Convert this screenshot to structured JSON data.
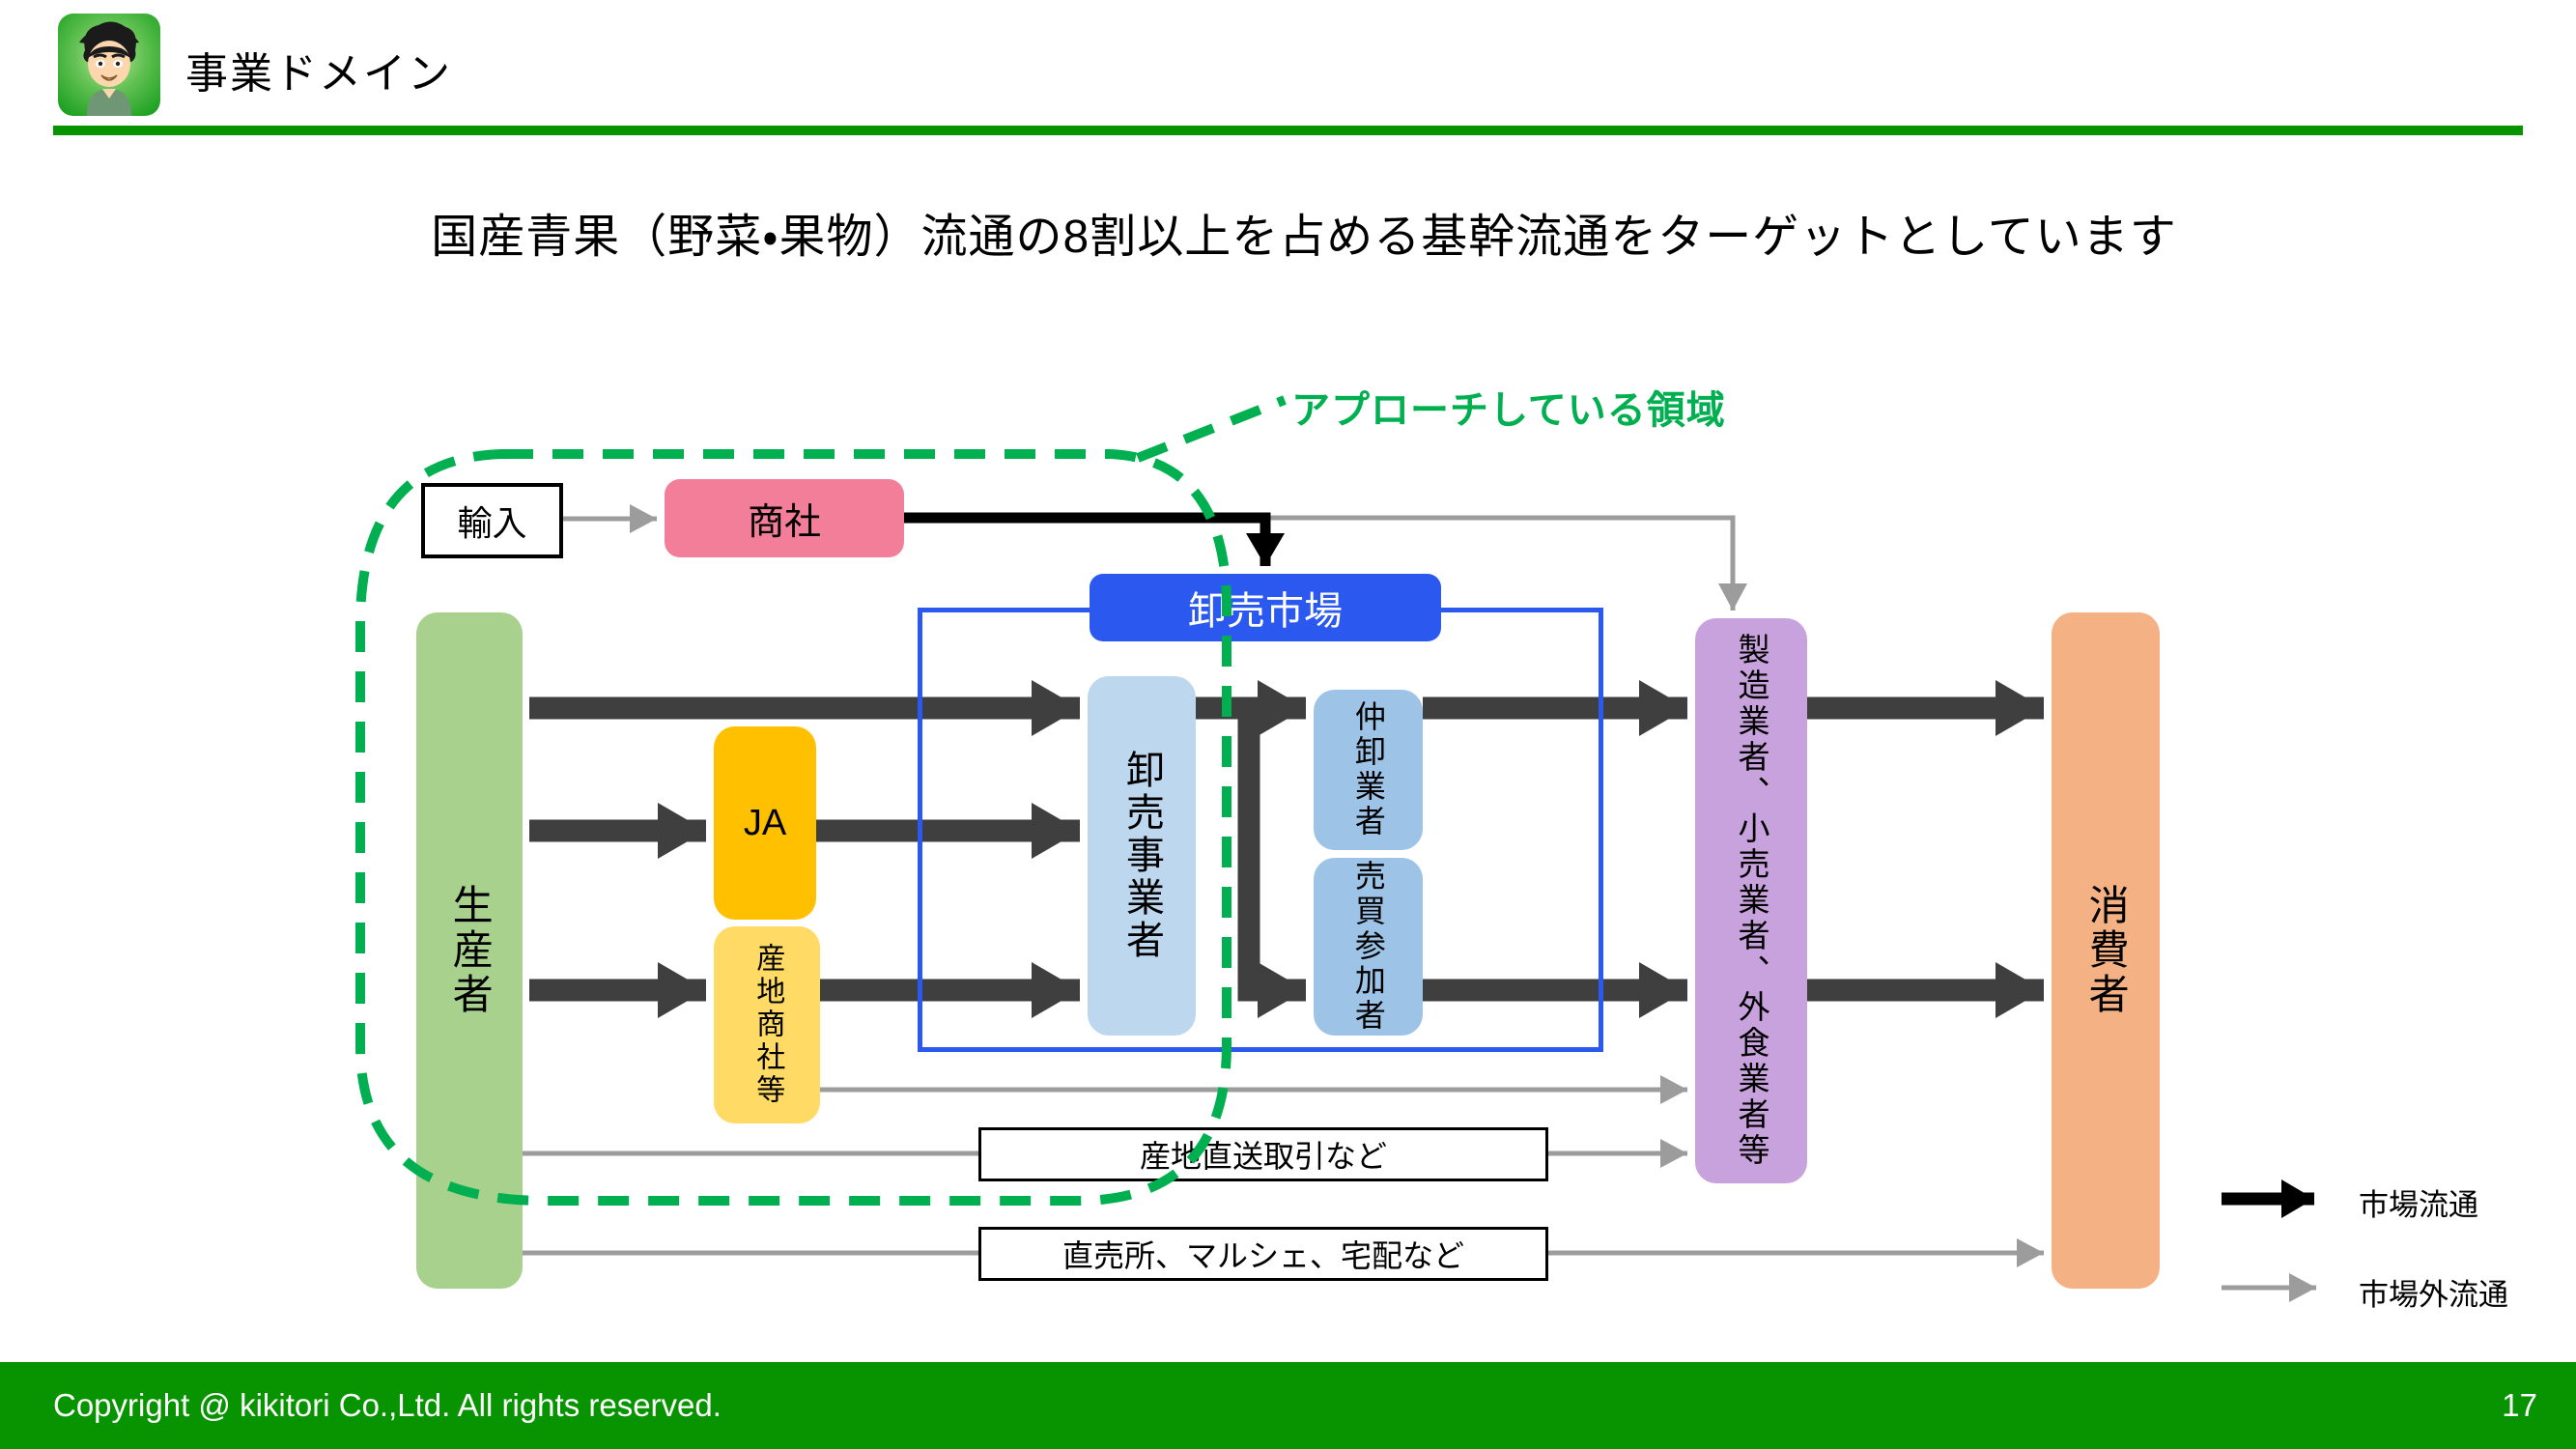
{
  "header": {
    "title": "事業ドメイン"
  },
  "headline": "国産青果（野菜・果物）流通の8割以上を占める基幹流通をターゲットとしています",
  "approach_area_label": "アプローチしている領域",
  "nodes": {
    "import": "輸入",
    "trading_company": "商社",
    "wholesale_market": "卸売市場",
    "producer": "生産者",
    "ja": "JA",
    "regional_trading_company": "産地商社等",
    "wholesale_operator": "卸売事業者",
    "intermediate_wholesaler": "仲卸業者",
    "trading_participant": "売買参加者",
    "manufacturer_retailer_foodservice": "製造業者、小売業者、外食業者等",
    "consumer": "消費者",
    "direct_from_source": "産地直送取引など",
    "direct_sales_marche_delivery": "直売所、マルシェ、宅配など"
  },
  "legend": {
    "market_flow": "市場流通",
    "non_market_flow": "市場外流通"
  },
  "footer": {
    "copyright": "Copyright @ kikitori Co.,Ltd. All rights reserved.",
    "page_number": "17"
  },
  "colors": {
    "accent_green": "#089400",
    "approach_green": "#00B050",
    "producer_green": "#A9D18E",
    "ja_gold": "#FFC000",
    "regional_yellow": "#FFDA65",
    "shosha_pink": "#F37E9A",
    "market_blue": "#2B59F0",
    "wholesaler_light_blue": "#BDD7EE",
    "participant_blue": "#9DC3E6",
    "processor_purple": "#C8A2DC",
    "consumer_orange": "#F4B183",
    "arrow_dark": "#3F3F3F",
    "arrow_gray": "#9C9C9C"
  }
}
